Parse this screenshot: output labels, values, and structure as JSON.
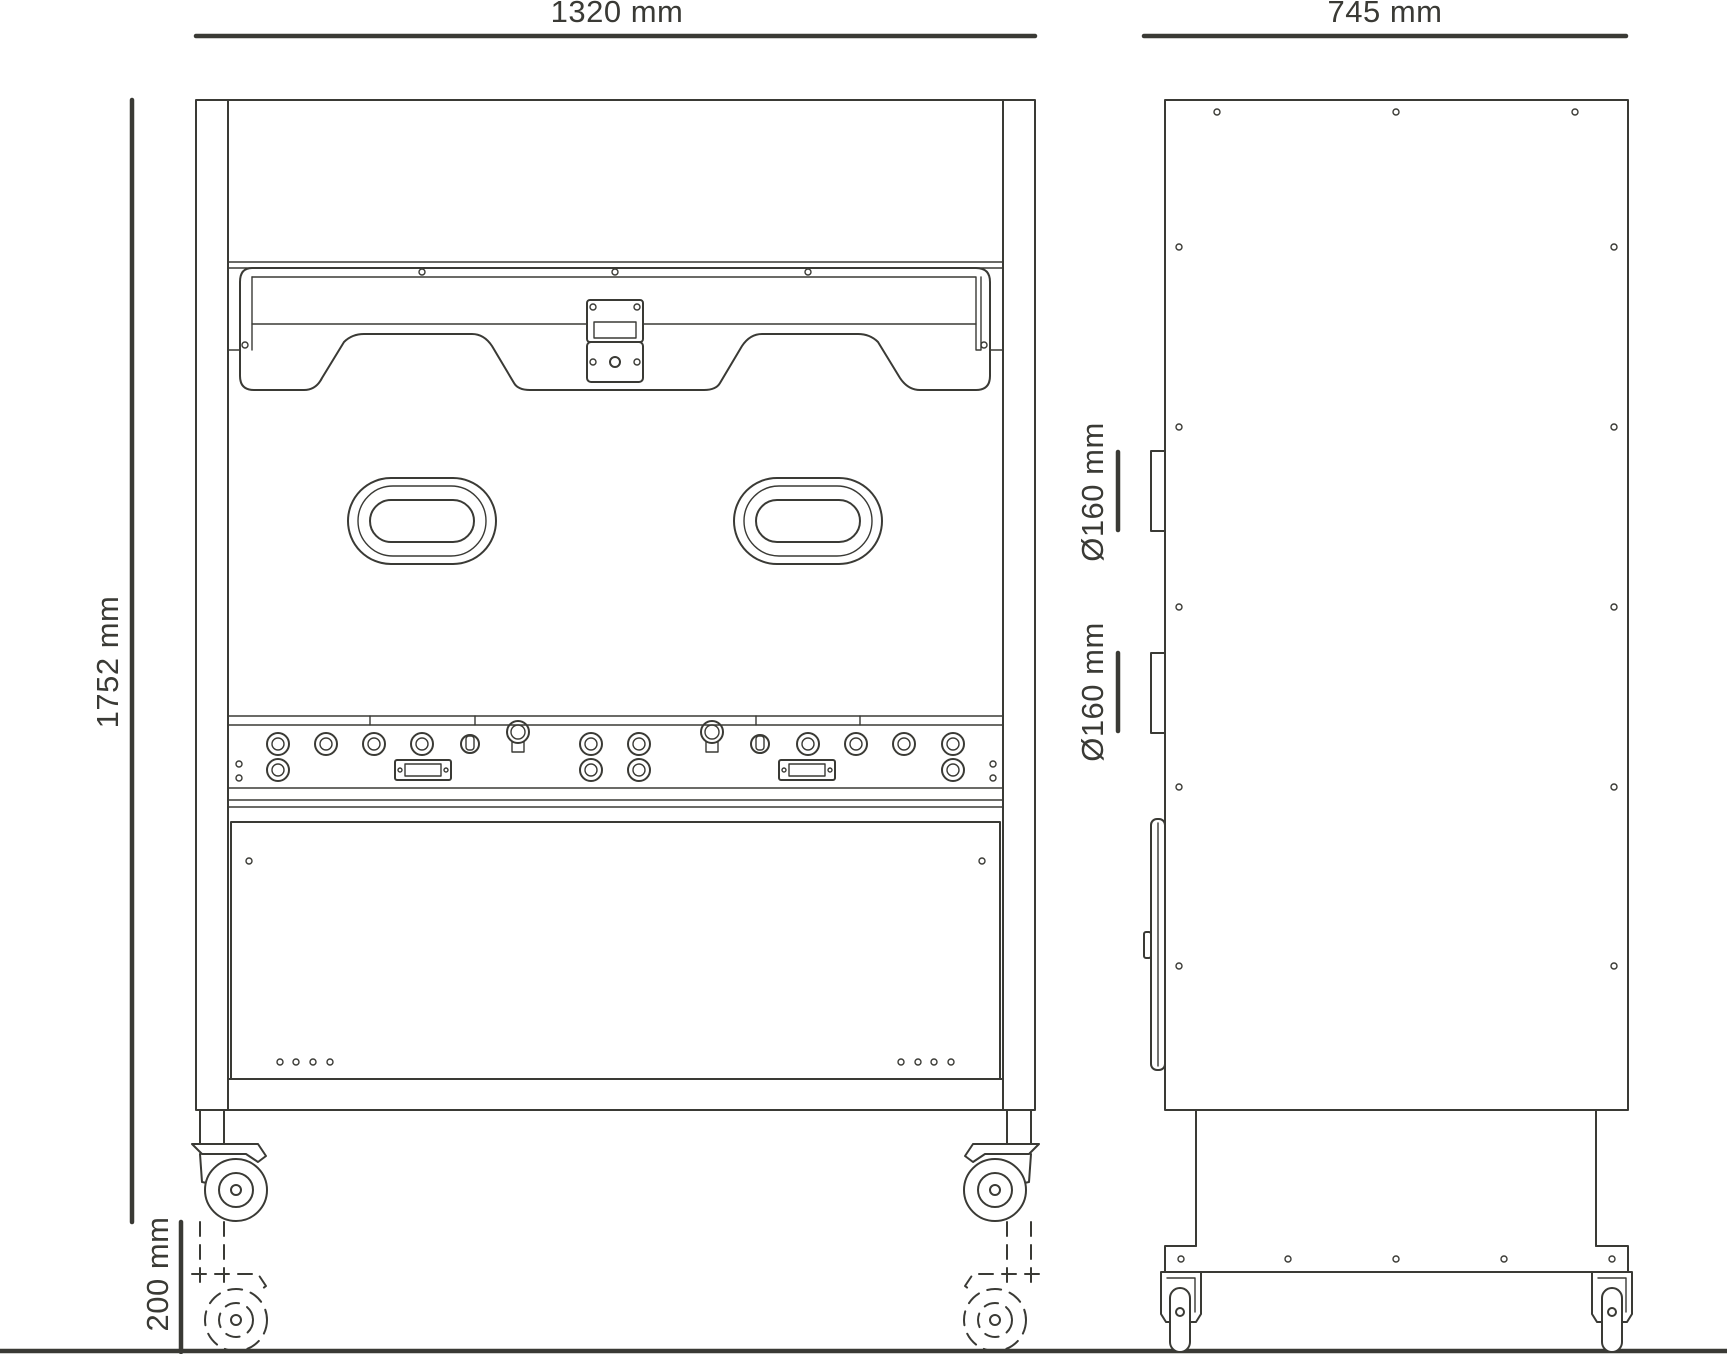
{
  "dimensions": {
    "width_front": "1320 mm",
    "width_side": "745 mm",
    "height_total": "1752 mm",
    "height_base": "200 mm",
    "port_upper_diameter": "Ø160 mm",
    "port_lower_diameter": "Ø160 mm"
  },
  "colors": {
    "line": "#3a3a35",
    "background": "#ffffff"
  }
}
